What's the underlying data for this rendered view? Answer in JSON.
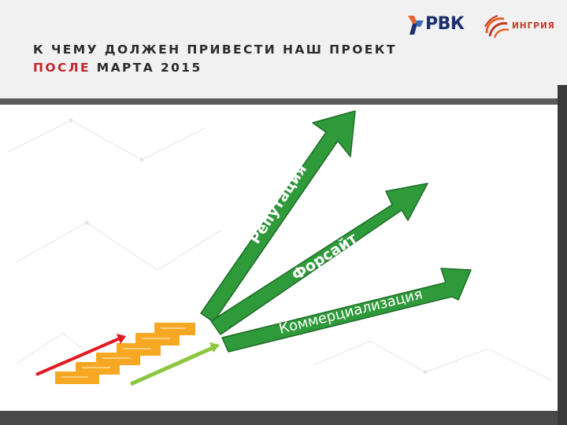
{
  "header": {
    "title_line1": "К ЧЕМУ ДОЛЖЕН ПРИВЕСТИ НАШ ПРОЕКТ",
    "title_accent": "ПОСЛЕ",
    "title_rest": " МАРТА 2015"
  },
  "logos": {
    "rvk": "РВК",
    "ingria": "ИНГРИЯ"
  },
  "arrows": {
    "reputation": "Репутация",
    "forsite": "Форсайт",
    "commercialization": "Коммерциализация"
  },
  "colors": {
    "arrow_green": "#2e9a3a",
    "arrow_outline": "#1f6b27",
    "accent_red": "#c0272d",
    "stair_orange": "#f7a823",
    "light_green": "#8cc63f"
  }
}
